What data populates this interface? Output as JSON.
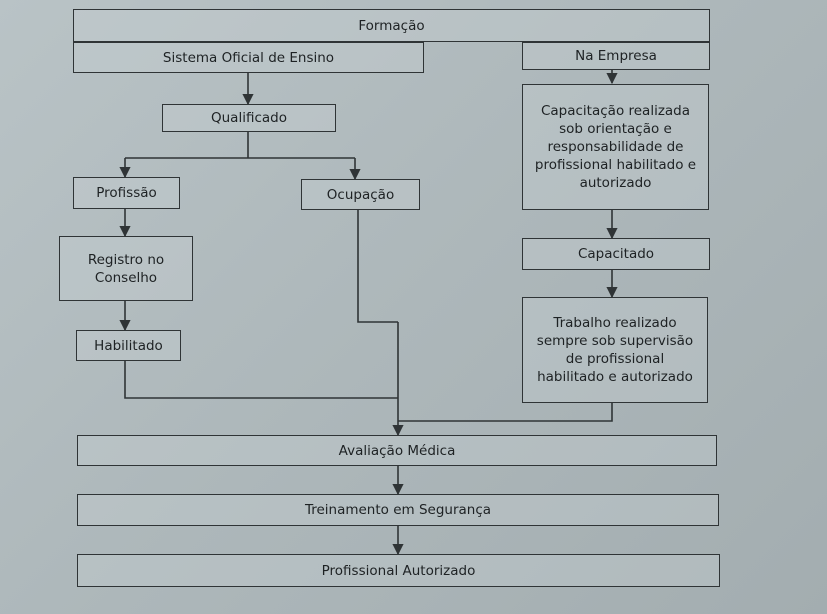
{
  "diagram": {
    "formacao": "Formação",
    "sistema_oficial": "Sistema Oficial de Ensino",
    "na_empresa": "Na Empresa",
    "qualificado": "Qualificado",
    "capacitacao": "Capacitação realizada sob orientação e responsabilidade de profissional habilitado e autorizado",
    "profissao": "Profissão",
    "ocupacao": "Ocupação",
    "registro": "Registro no Conselho",
    "capacitado": "Capacitado",
    "trabalho": "Trabalho realizado sempre sob supervisão de profissional habilitado e autorizado",
    "habilitado": "Habilitado",
    "avaliacao": "Avaliação Médica",
    "treinamento": "Treinamento em Segurança",
    "autorizado": "Profissional Autorizado"
  },
  "colors": {
    "background": "#b3bdc0",
    "line": "#2f3436",
    "text": "#1e2224"
  }
}
